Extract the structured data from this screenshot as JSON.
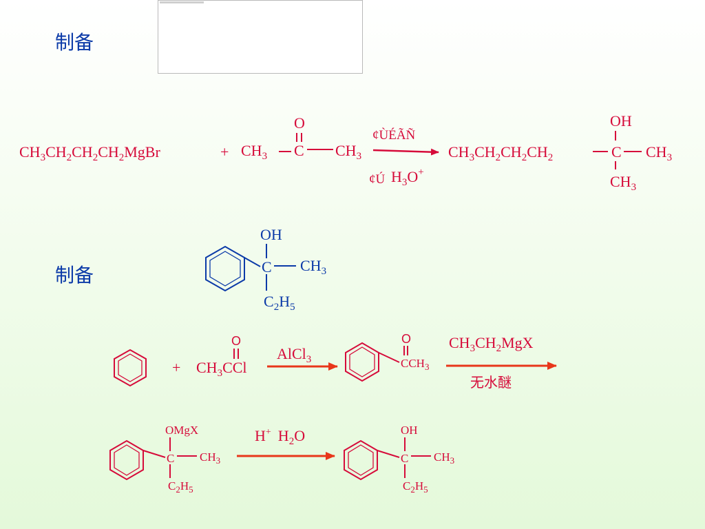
{
  "headings": {
    "first": "制备",
    "second": "制备"
  },
  "reaction1": {
    "grignard": {
      "p1": "CH",
      "s1": "3",
      "p2": "CH",
      "s2": "2",
      "p3": "CH",
      "s3": "2",
      "p4": "CH",
      "s4": "2",
      "p5": "MgBr"
    },
    "plus": "+",
    "ketone": {
      "left": "CH",
      "left_sub": "3",
      "center": "C",
      "oxygen": "O",
      "right": "CH",
      "right_sub": "3"
    },
    "step1": "¢ÙÉÃÑ",
    "step2_marker": "¢Ú",
    "step2": "H",
    "step2_sub": "3",
    "step2_o": "O",
    "step2_sup": "+",
    "product": {
      "p1": "CH",
      "s1": "3",
      "p2": "CH",
      "s2": "2",
      "p3": "CH",
      "s3": "2",
      "p4": "CH",
      "s4": "2",
      "center": "C",
      "right": "CH",
      "right_sub": "3",
      "top": "OH",
      "bottom": "CH",
      "bottom_sub": "3"
    }
  },
  "target": {
    "top": "OH",
    "center": "C",
    "right": "CH",
    "right_sub": "3",
    "bottom": "C",
    "bottom_sub1": "2",
    "bottom_h": "H",
    "bottom_sub2": "5"
  },
  "reaction2": {
    "plus": "+",
    "acyl": {
      "prefix": "CH",
      "sub": "3",
      "suffix": "CCl",
      "oxygen": "O"
    },
    "catalyst": "AlCl",
    "catalyst_sub": "3",
    "product": {
      "oxygen": "O",
      "label": "CCH",
      "label_sub": "3"
    },
    "reagent": {
      "p1": "CH",
      "s1": "3",
      "p2": "CH",
      "s2": "2",
      "p3": "MgX"
    },
    "solvent": "无水醚"
  },
  "reaction3": {
    "intermediate": {
      "top": "OMgX",
      "center": "C",
      "right": "CH",
      "right_sub": "3",
      "bottom": "C",
      "bottom_sub1": "2",
      "bottom_h": "H",
      "bottom_sub2": "5"
    },
    "reagent": {
      "h": "H",
      "h_sup": "+",
      "water": "H",
      "water_sub": "2",
      "water_o": "O"
    },
    "product": {
      "top": "OH",
      "center": "C",
      "right": "CH",
      "right_sub": "3",
      "bottom": "C",
      "bottom_sub1": "2",
      "bottom_h": "H",
      "bottom_sub2": "5"
    }
  },
  "colors": {
    "red": "#d60b3a",
    "blue": "#0b3aa8",
    "bright_red": "#e8361a",
    "background_bottom": "#e4f9da"
  }
}
